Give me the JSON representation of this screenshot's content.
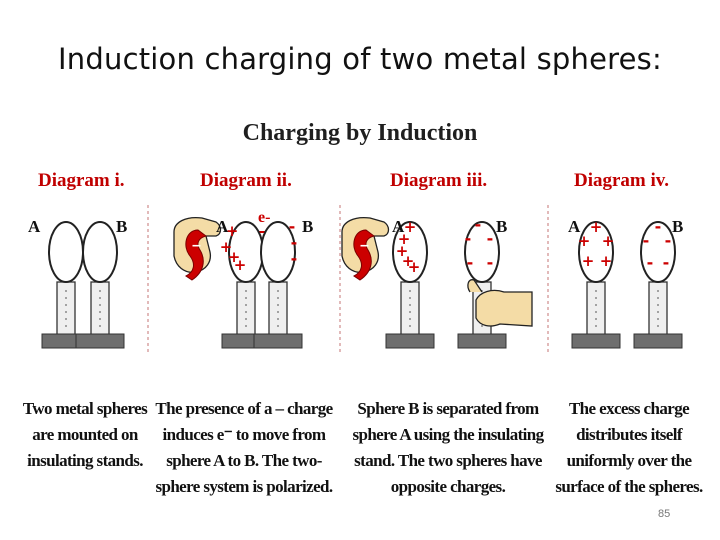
{
  "slide": {
    "title": "Induction charging of two metal spheres:",
    "page_number": "85"
  },
  "diagram": {
    "heading": "Charging by Induction",
    "sphere_labels": [
      "A",
      "B"
    ],
    "electron_label": "e-",
    "colors": {
      "label": "#c00000",
      "charge": "#cc0000",
      "rod": "#cc0000",
      "base": "#6e6e6e",
      "hand": "#f4dca6"
    },
    "panels": [
      {
        "label": "Diagram i.",
        "caption": [
          "Two metal spheres",
          "are mounted on",
          "insulating stands."
        ]
      },
      {
        "label": "Diagram ii.",
        "caption": [
          "The presence of a – charge",
          "induces e⁻ to move from",
          "sphere A to B. The two-",
          "sphere system is polarized."
        ]
      },
      {
        "label": "Diagram iii.",
        "caption": [
          "Sphere B is separated from",
          "sphere A using the insulating",
          "stand. The two spheres have",
          "opposite charges."
        ]
      },
      {
        "label": "Diagram iv.",
        "caption": [
          "The excess charge",
          "distributes itself",
          "uniformly over the",
          "surface of the spheres."
        ]
      }
    ]
  }
}
